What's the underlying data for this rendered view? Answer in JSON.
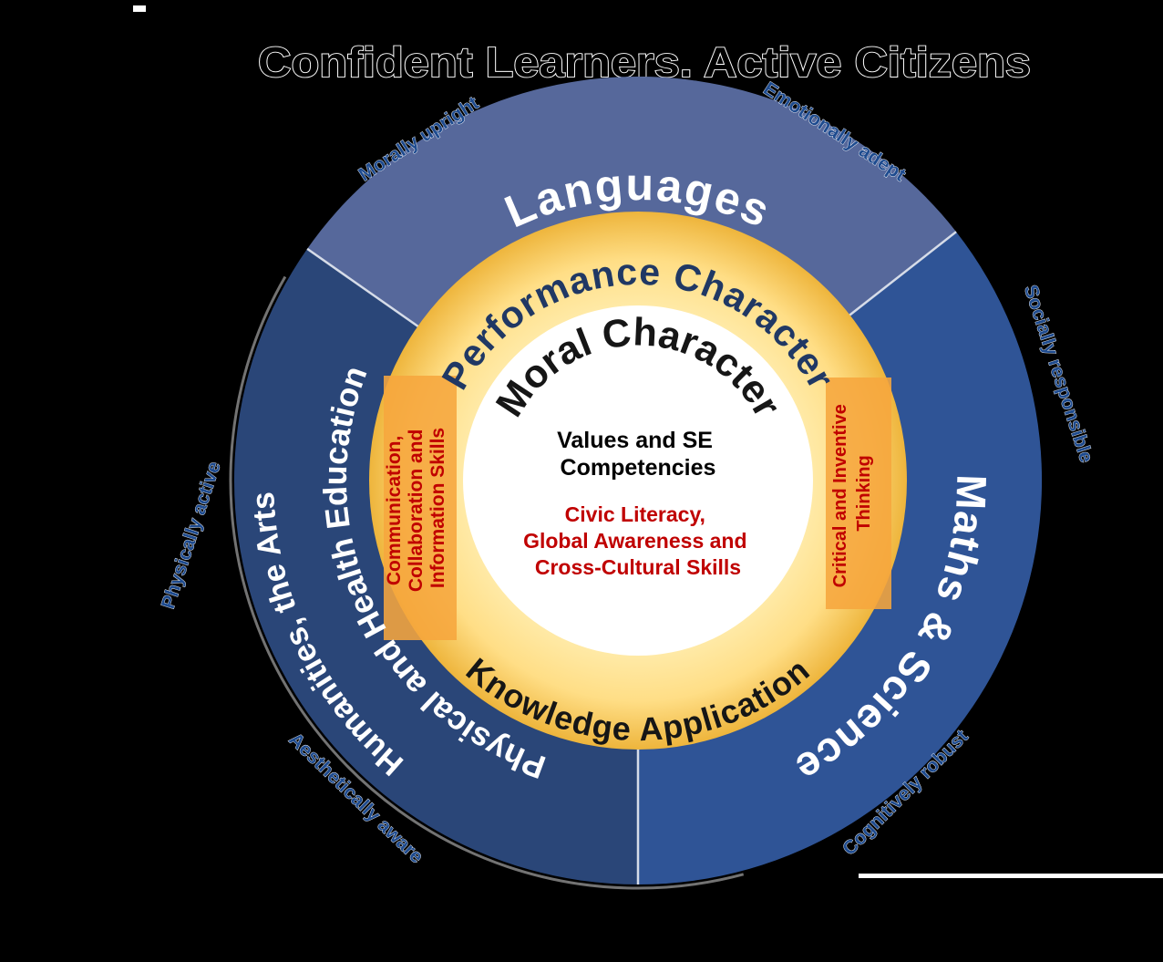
{
  "title": "Confident Learners. Active Citizens",
  "colors": {
    "background": "#000000",
    "ring_top": "#56689B",
    "ring_right": "#2F5496",
    "ring_left": "#2A4678",
    "ring_gold_inner": "#FFEBAA",
    "ring_gold_mid": "#FFDE86",
    "ring_gold_outer": "#EEB53C",
    "inner_circle_white": "#FFFFFF",
    "box_orange": "#F6A63E",
    "red_text": "#C00000",
    "outer_label_blue": "#1E4B8F",
    "performance_navy": "#203864",
    "dark_text": "#161616",
    "ring_text_white": "#FFFFFF"
  },
  "subject_ring": {
    "languages": "Languages",
    "maths_science": "Maths & Science",
    "humanities_arts": "Humanities, the Arts",
    "physical_health": "Physical and Health Education"
  },
  "middle_ring": {
    "top": "Performance Character",
    "bottom": "Knowledge Application"
  },
  "inner_circle": {
    "arc": "Moral Character",
    "heading_lines": [
      "Values and SE",
      "Competencies"
    ],
    "red_lines": [
      "Civic Literacy,",
      "Global Awareness and",
      "Cross-Cultural Skills"
    ]
  },
  "side_boxes": {
    "left_lines": [
      "Communication,",
      "Collaboration and",
      "Information Skills"
    ],
    "right_lines": [
      "Critical and Inventive",
      "Thinking"
    ]
  },
  "outer_labels": {
    "morally_upright": "Morally upright",
    "emotionally_adept": "Emotionally adept",
    "socially_responsible": "Socially responsible",
    "cognitively_robust": "Cognitively robust",
    "aesthetically_aware": "Aesthetically aware",
    "physically_active": "Physically active"
  }
}
